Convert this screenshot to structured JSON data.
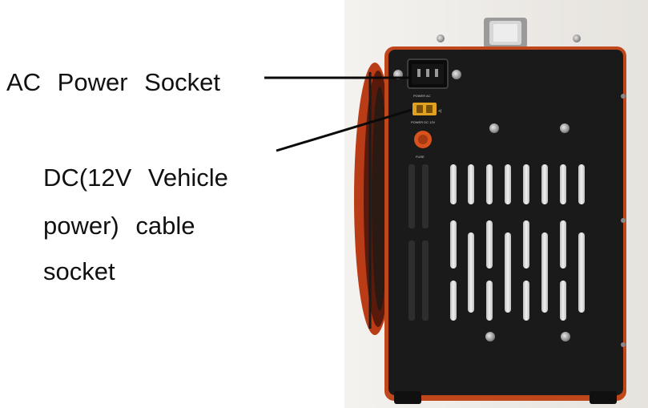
{
  "callouts": {
    "ac_socket": "AC Power Socket",
    "dc_socket": {
      "line1": "DC(12V Vehicle",
      "line2": "power) cable",
      "line3": "socket"
    }
  },
  "device_printed_labels": {
    "power_ac": "POWER AC",
    "power_dc": "POWER DC 12V",
    "fuse": "FUSE"
  },
  "colors": {
    "case_body": "#1a1a1a",
    "trim": "#c0461c",
    "fuse_cap": "#d8521e",
    "dc_connector": "#e0a020",
    "background": "#ffffff"
  }
}
